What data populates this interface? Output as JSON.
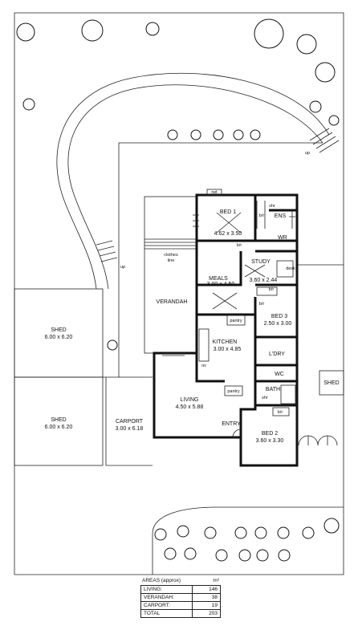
{
  "rooms": {
    "bed1": {
      "name": "BED 1",
      "size": "4.62 x 3.50"
    },
    "ens": {
      "name": "ENS"
    },
    "wr": {
      "name": "WR"
    },
    "meals": {
      "name": "MEALS",
      "size": "3.00 x 4.50"
    },
    "study": {
      "name": "STUDY",
      "size": "3.60 x 2.44"
    },
    "bed3": {
      "name": "BED 3",
      "size": "2.50 x 3.00"
    },
    "kitchen": {
      "name": "KITCHEN",
      "size": "3.00 x 4.85"
    },
    "ldry": {
      "name": "L'DRY"
    },
    "wc": {
      "name": "WC"
    },
    "bath": {
      "name": "BATH"
    },
    "living": {
      "name": "LIVING",
      "size": "4.50 x 5.88"
    },
    "entry": {
      "name": "ENTRY"
    },
    "bed2": {
      "name": "BED 2",
      "size": "3.60 x 3.30"
    },
    "verandah": {
      "name": "VERANDAH"
    },
    "carport": {
      "name": "CARPORT",
      "size": "3.00 x 6.18"
    },
    "shed_top": {
      "name": "SHED",
      "size": "6.00 x 6.20"
    },
    "shed_bottom": {
      "name": "SHED",
      "size": "6.00 x 6.20"
    },
    "shed_right": {
      "name": "SHED"
    }
  },
  "labels": {
    "rwt": "rwt",
    "clothes_line_1": "clothes",
    "clothes_line_2": "line",
    "shr_top": "shr",
    "shr_bottom": "shr",
    "robe_1": "b/r",
    "robe_2": "b/r",
    "robe_3": "b/r",
    "robe_4": "b/r",
    "robe_5": "b/r",
    "desk": "desk",
    "pantry_1": "pantry",
    "pantry_2": "pantry",
    "ov": "ov",
    "up_1": "up",
    "up_2": "up"
  },
  "areas": {
    "title": "AREAS (approx)",
    "unit": "m²",
    "rows": [
      {
        "label": "LIVING:",
        "value": "146"
      },
      {
        "label": "VERANDAH:",
        "value": "38"
      },
      {
        "label": "CARPORT:",
        "value": "19"
      }
    ],
    "total": {
      "label": "TOTAL",
      "value": "203"
    }
  }
}
